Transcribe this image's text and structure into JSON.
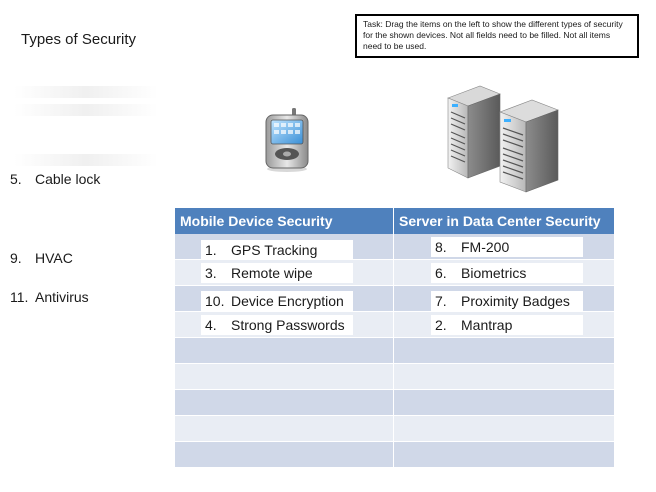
{
  "title": "Types of Security",
  "task": "Task: Drag the items on the left to show the different types of security for the shown devices. Not all fields need to be filled. Not all items need to be used.",
  "left_items": [
    {
      "num": "5.",
      "label": "Cable lock"
    },
    {
      "num": "9.",
      "label": "HVAC"
    },
    {
      "num": "11.",
      "label": "Antivirus"
    }
  ],
  "table": {
    "headers": [
      "Mobile Device Security",
      "Server in Data Center Security"
    ],
    "mobile": [
      {
        "num": "1.",
        "label": "GPS Tracking"
      },
      {
        "num": "3.",
        "label": "Remote wipe"
      },
      {
        "num": "10.",
        "label": "Device Encryption"
      },
      {
        "num": "4.",
        "label": "Strong Passwords"
      }
    ],
    "server": [
      {
        "num": "8.",
        "label": "FM-200"
      },
      {
        "num": "6.",
        "label": "Biometrics"
      },
      {
        "num": "7.",
        "label": "Proximity Badges"
      },
      {
        "num": "2.",
        "label": "Mantrap"
      }
    ]
  },
  "icons": {
    "mobile": "mobile-phone-icon",
    "server": "server-rack-icon"
  },
  "colors": {
    "header": "#4f81bd",
    "row_dark": "#d0d8e8",
    "row_light": "#e9edf4"
  }
}
